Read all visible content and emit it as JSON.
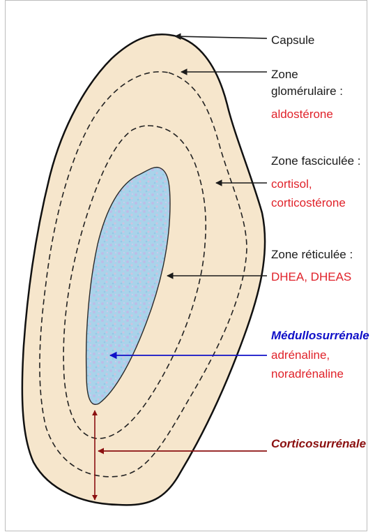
{
  "labels": {
    "capsule": "Capsule",
    "glomerulee_title_1": "Zone",
    "glomerulee_title_2": "glomérulaire :",
    "glomerulee_hormone": "aldostérone",
    "fasciculee_title": "Zone fasciculée :",
    "fasciculee_hormone_1": "cortisol,",
    "fasciculee_hormone_2": "corticostérone",
    "reticulee_title": "Zone réticulée :",
    "reticulee_hormone": "DHEA, DHEAS",
    "medulla_title": "Médullosurrénale",
    "medulla_hormone_1": "adrénaline,",
    "medulla_hormone_2": "noradrénaline",
    "cortex_title": "Corticosurrénale"
  },
  "colors": {
    "capsule_fill": "#f6e6cc",
    "medulla_fill": "#a9d3ea",
    "hormone_red": "#e0222a",
    "medulla_blue": "#1010c8",
    "cortex_brown": "#8b1010"
  }
}
